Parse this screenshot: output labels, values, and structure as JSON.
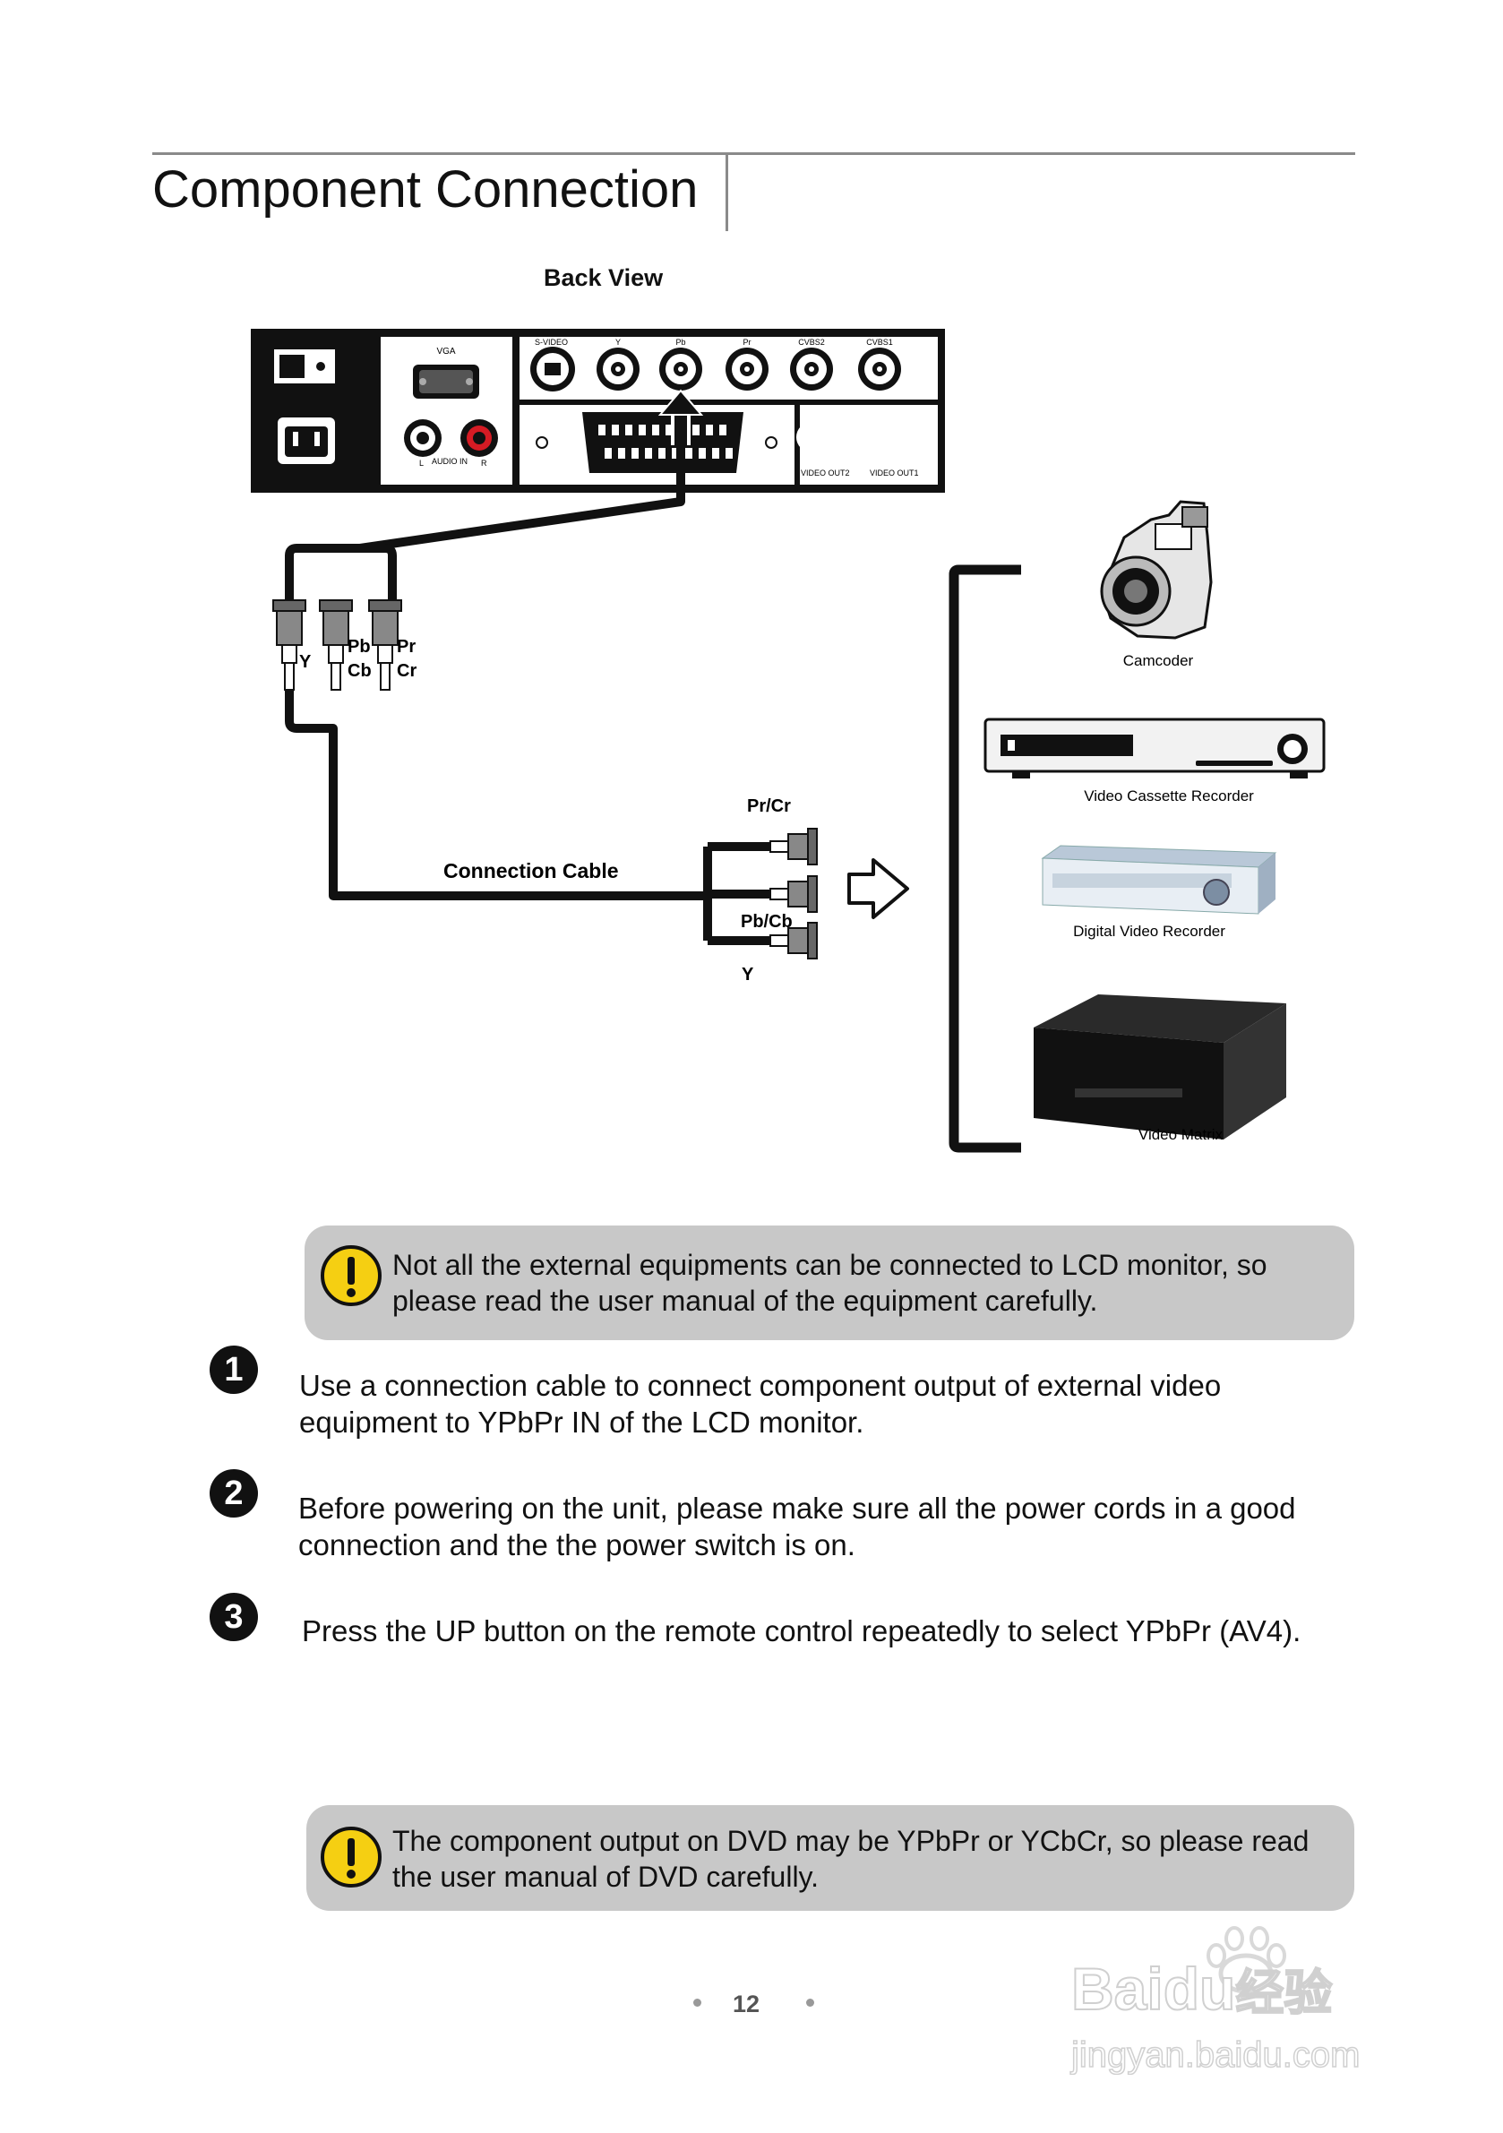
{
  "page": {
    "title": "Component Connection",
    "number": "12"
  },
  "diagram": {
    "back_view_label": "Back View",
    "panel_labels": {
      "vga": "VGA",
      "audio_in": "AUDIO IN",
      "audio_l": "L",
      "audio_r": "R",
      "s_video": "S-VIDEO",
      "y": "Y",
      "pb": "Pb",
      "pr": "Pr",
      "cvbs2": "CVBS2",
      "cvbs1": "CVBS1",
      "video_out2": "VIDEO OUT2",
      "video_out1": "VIDEO OUT1"
    },
    "left_connector_labels": {
      "y": "Y",
      "pb": "Pb",
      "cb": "Cb",
      "pr": "Pr",
      "cr": "Cr"
    },
    "right_connector_labels": {
      "pr_cr": "Pr/Cr",
      "pb_cb": "Pb/Cb",
      "y": "Y"
    },
    "cable_label": "Connection Cable",
    "devices": [
      {
        "name": "Camcoder"
      },
      {
        "name": "Video Cassette Recorder"
      },
      {
        "name": "Digital Video Recorder"
      },
      {
        "name": "Video Matrix"
      }
    ]
  },
  "notes": [
    "Not all the external equipments can be connected to LCD monitor, so please read the user manual of the equipment carefully.",
    "The component output on DVD may be YPbPr or YCbCr, so please read the user manual of DVD carefully."
  ],
  "steps": [
    {
      "num": "1",
      "text": "Use a connection cable to connect component output of external video equipment to YPbPr IN of the LCD monitor."
    },
    {
      "num": "2",
      "text": "Before powering on the unit, please make sure all the power cords in a good connection and the the power switch is on."
    },
    {
      "num": "3",
      "text": "Press the UP button on the remote control repeatedly to select YPbPr (AV4)."
    }
  ],
  "watermark": {
    "brand": "Bai",
    "brand2": "du",
    "cn": "经验",
    "url": "jingyan.baidu.com"
  }
}
